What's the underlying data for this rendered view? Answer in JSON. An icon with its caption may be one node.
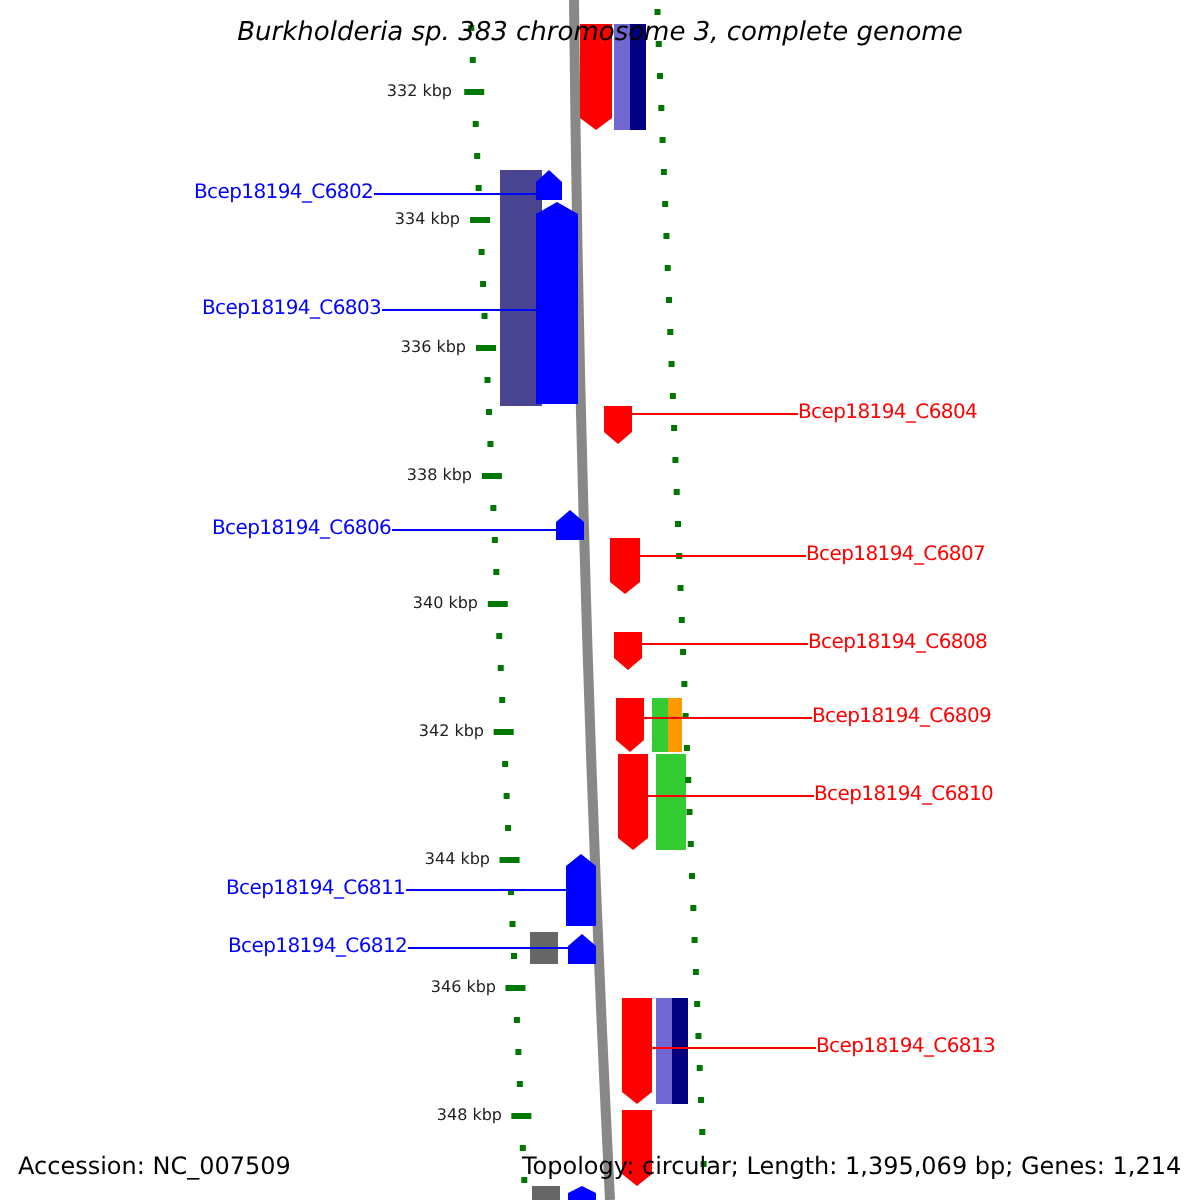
{
  "diagram": {
    "title": "Burkholderia sp. 383 chromosome 3, complete genome",
    "nodes": [
      {
        "text": [
          "Bcep18194_C6802"
        ]
      },
      {
        "text": [
          "Bcep18194_C6803"
        ]
      },
      {
        "text": [
          "Bcep18194_C6804"
        ]
      },
      {
        "text": [
          "Bcep18194_C6806"
        ]
      },
      {
        "text": [
          "Bcep18194_C6807"
        ]
      },
      {
        "text": [
          "Bcep18194_C6808"
        ]
      },
      {
        "text": [
          "Bcep18194_C6809"
        ]
      },
      {
        "text": [
          "Bcep18194_C6810"
        ]
      },
      {
        "text": [
          "Bcep18194_C6811"
        ]
      },
      {
        "text": [
          "Bcep18194_C6812"
        ]
      },
      {
        "text": [
          "Bcep18194_C6813"
        ]
      },
      {
        "text": [],
        "shape": "bar"
      },
      {
        "text": [],
        "shape": "bar"
      },
      {
        "text": [],
        "shape": "bar"
      },
      {
        "text": [],
        "shape": "bar"
      },
      {
        "text": [],
        "shape": "bar"
      },
      {
        "text": [],
        "shape": "bar"
      },
      {
        "text": [],
        "shape": "bar"
      },
      {
        "text": [],
        "shape": "bar"
      },
      {
        "text": [],
        "shape": "bar"
      },
      {
        "text": [],
        "shape": "bar"
      },
      {
        "text": [],
        "shape": "bar"
      }
    ],
    "edges": [
      {
        "from": 0,
        "to": 11,
        "arrow": "none",
        "color": "#0000ff"
      },
      {
        "from": 1,
        "to": 12,
        "arrow": "none",
        "color": "#0000ff"
      },
      {
        "from": 2,
        "to": 13,
        "arrow": "none"
      },
      {
        "from": 3,
        "to": 14,
        "arrow": "none",
        "color": "#0000ff"
      },
      {
        "from": 4,
        "to": 15,
        "arrow": "none"
      },
      {
        "from": 5,
        "to": 16,
        "arrow": "none"
      },
      {
        "from": 6,
        "to": 17,
        "arrow": "none"
      },
      {
        "from": 7,
        "to": 18,
        "arrow": "none"
      },
      {
        "from": 8,
        "to": 19,
        "arrow": "none",
        "color": "#0000ff"
      },
      {
        "from": 9,
        "to": 20,
        "arrow": "none",
        "color": "#0000ff"
      },
      {
        "from": 10,
        "to": 21,
        "arrow": "none"
      }
    ],
    "labels": [
      "332 kbp",
      "334 kbp",
      "336 kbp",
      "338 kbp",
      "340 kbp",
      "342 kbp",
      "344 kbp",
      "346 kbp",
      "348 kbp",
      "Accession: NC_007509",
      "Topology: circular; Length: 1,395,069 bp; Genes: 1,214"
    ]
  }
}
